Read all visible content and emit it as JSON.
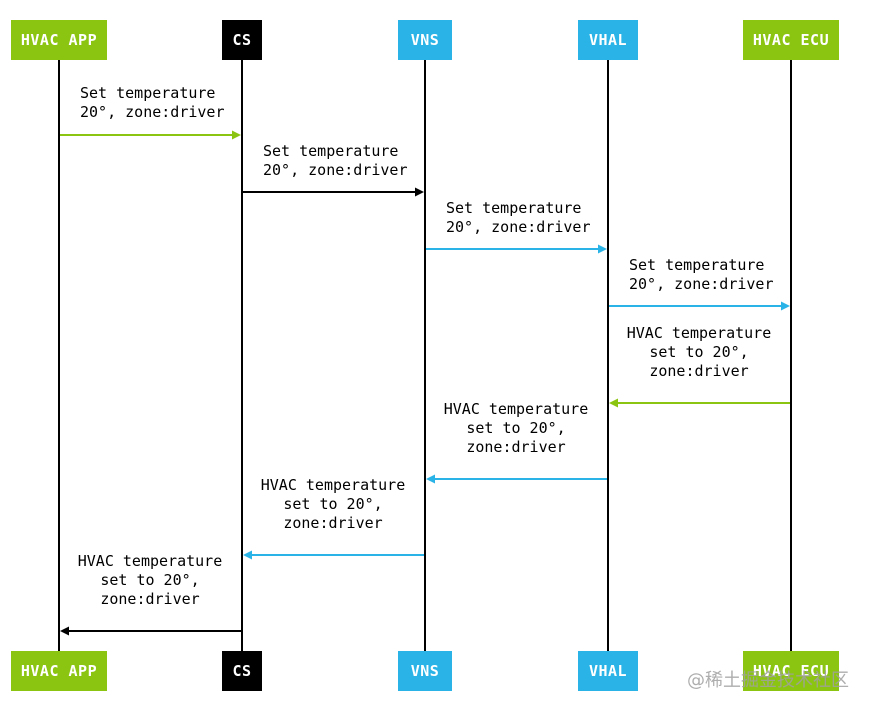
{
  "actors": [
    {
      "id": "hvac-app",
      "label": "HVAC APP",
      "color": "#8cc412"
    },
    {
      "id": "cs",
      "label": "CS",
      "color": "#000000"
    },
    {
      "id": "vns",
      "label": "VNS",
      "color": "#2ab3e6"
    },
    {
      "id": "vhal",
      "label": "VHAL",
      "color": "#2ab3e6"
    },
    {
      "id": "hvac-ecu",
      "label": "HVAC ECU",
      "color": "#8cc412"
    }
  ],
  "messages": [
    {
      "from": "hvac-app",
      "to": "cs",
      "color": "#8cc412",
      "lines": [
        "Set temperature",
        "20°, zone:driver"
      ]
    },
    {
      "from": "cs",
      "to": "vns",
      "color": "#000000",
      "lines": [
        "Set temperature",
        "20°, zone:driver"
      ]
    },
    {
      "from": "vns",
      "to": "vhal",
      "color": "#2ab3e6",
      "lines": [
        "Set temperature",
        "20°, zone:driver"
      ]
    },
    {
      "from": "vhal",
      "to": "hvac-ecu",
      "color": "#2ab3e6",
      "lines": [
        "Set temperature",
        "20°, zone:driver"
      ]
    },
    {
      "from": "hvac-ecu",
      "to": "vhal",
      "color": "#8cc412",
      "lines": [
        "HVAC temperature",
        "set to 20°,",
        "zone:driver"
      ]
    },
    {
      "from": "vhal",
      "to": "vns",
      "color": "#2ab3e6",
      "lines": [
        "HVAC temperature",
        "set to 20°,",
        "zone:driver"
      ]
    },
    {
      "from": "vns",
      "to": "cs",
      "color": "#2ab3e6",
      "lines": [
        "HVAC temperature",
        "set to 20°,",
        "zone:driver"
      ]
    },
    {
      "from": "cs",
      "to": "hvac-app",
      "color": "#000000",
      "lines": [
        "HVAC temperature",
        "set to 20°,",
        "zone:driver"
      ]
    }
  ],
  "watermark": "@稀土掘金技术社区"
}
